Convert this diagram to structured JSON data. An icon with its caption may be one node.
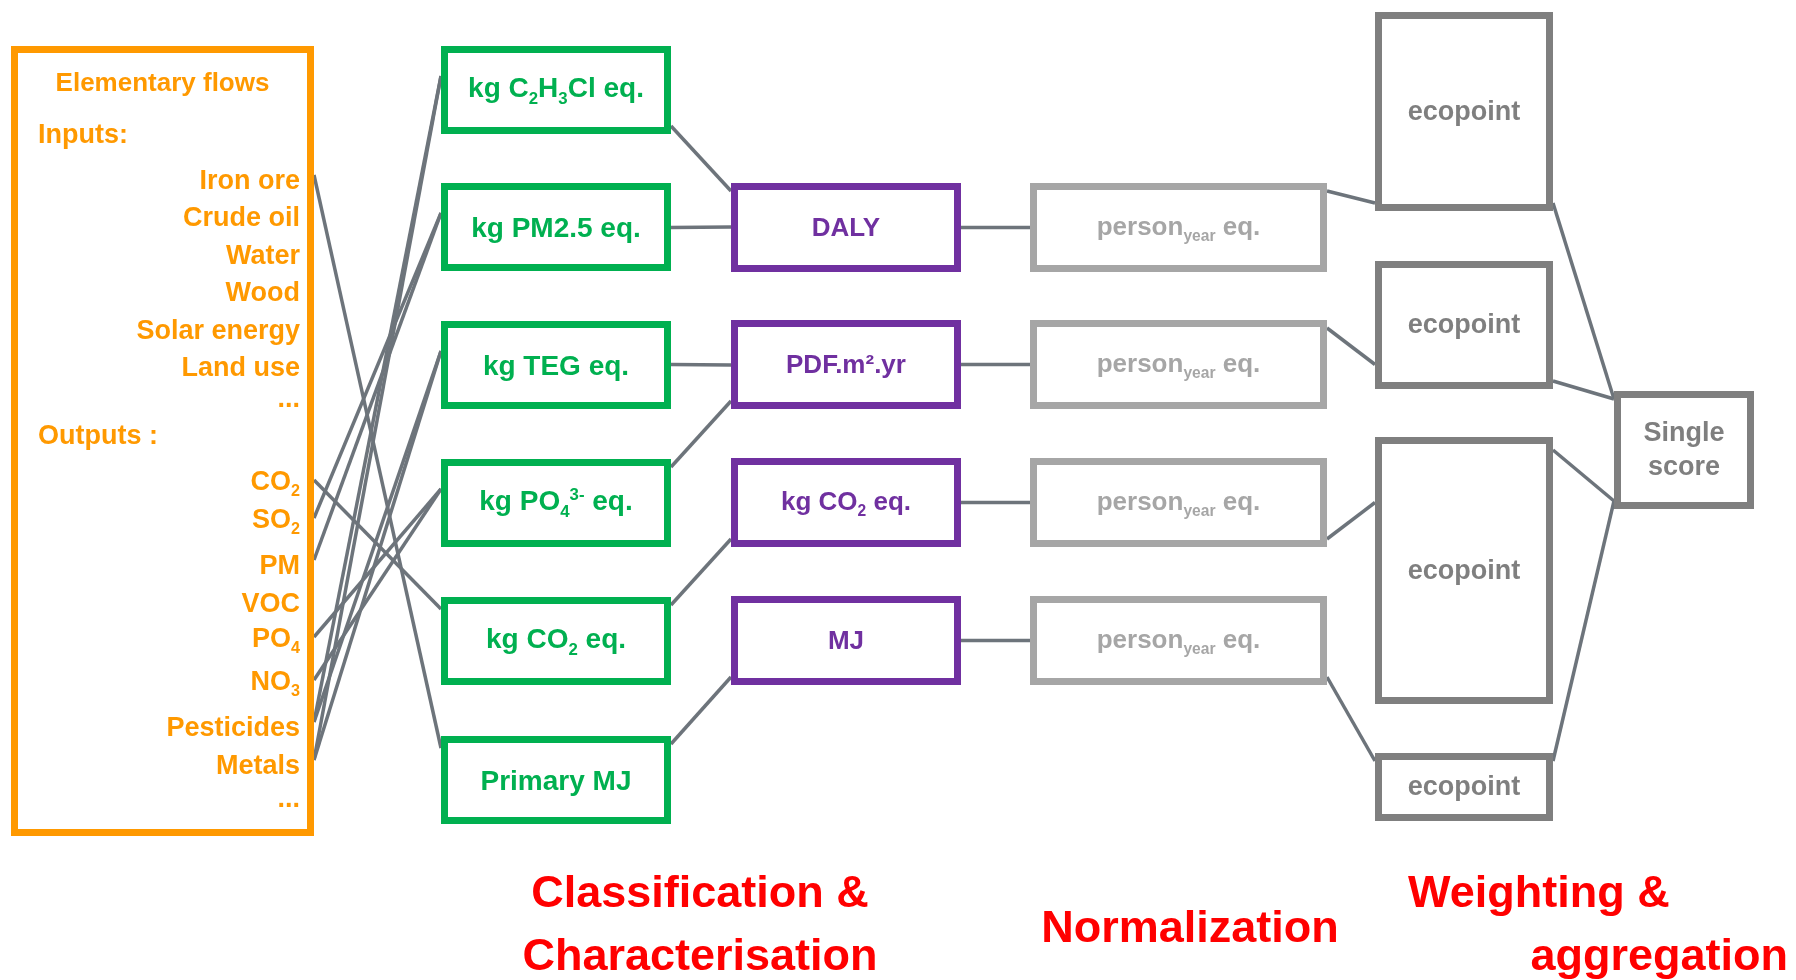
{
  "diagram": {
    "nodes": [
      {
        "text": [
          "Elementary flows"
        ]
      },
      {
        "text": [
          "Iron ore"
        ],
        "in": 0
      },
      {
        "text": [
          "Crude oil"
        ],
        "in": 0
      },
      {
        "text": [
          "Water"
        ],
        "in": 0
      },
      {
        "text": [
          "Wood"
        ],
        "in": 0
      },
      {
        "text": [
          "Solar energy"
        ],
        "in": 0
      },
      {
        "text": [
          "Land use"
        ],
        "in": 0
      },
      {
        "text": [
          "CO$_{2}$"
        ],
        "in": 0
      },
      {
        "text": [
          "SO$_{2}$"
        ],
        "in": 0
      },
      {
        "text": [
          "PM"
        ],
        "in": 0
      },
      {
        "text": [
          "VOC"
        ],
        "in": 0
      },
      {
        "text": [
          "PO$_{4}$"
        ],
        "in": 0
      },
      {
        "text": [
          "NO$_{3}$"
        ],
        "in": 0
      },
      {
        "text": [
          "Pesticides"
        ],
        "in": 0
      },
      {
        "text": [
          "Metals"
        ],
        "in": 0
      },
      {
        "text": [
          "kg C$_{2}$H$_{3}$Cl eq."
        ]
      },
      {
        "text": [
          "kg PM2.5 eq."
        ]
      },
      {
        "text": [
          "kg TEG eq."
        ]
      },
      {
        "text": [
          "kg PO$_{4}$$^{3-}$ eq."
        ]
      },
      {
        "text": [
          "kg CO$_{2}$ eq."
        ]
      },
      {
        "text": [
          "Primary MJ"
        ]
      },
      {
        "text": [
          "DALY"
        ]
      },
      {
        "text": [
          "PDF.m².yr"
        ]
      },
      {
        "text": [
          "kg CO$_{2}$ eq."
        ]
      },
      {
        "text": [
          "MJ"
        ]
      },
      {
        "text": [
          "person$_{year}$ eq."
        ]
      },
      {
        "text": [
          "person$_{year}$ eq."
        ]
      },
      {
        "text": [
          "person$_{year}$ eq."
        ]
      },
      {
        "text": [
          "person$_{year}$ eq."
        ]
      },
      {
        "text": [
          "ecopoint"
        ]
      },
      {
        "text": [
          "ecopoint"
        ]
      },
      {
        "text": [
          "ecopoint"
        ]
      },
      {
        "text": [
          "ecopoint"
        ]
      },
      {
        "text": [
          "Single score"
        ]
      }
    ],
    "edges": [
      {
        "from": 1,
        "to": 20,
        "arrow": "none"
      },
      {
        "from": 7,
        "to": 19,
        "arrow": "none"
      },
      {
        "from": 8,
        "to": 16,
        "arrow": "none"
      },
      {
        "from": 9,
        "to": 16,
        "arrow": "none"
      },
      {
        "from": 11,
        "to": 18,
        "arrow": "none"
      },
      {
        "from": 12,
        "to": 18,
        "arrow": "none"
      },
      {
        "from": 13,
        "to": 15,
        "arrow": "none"
      },
      {
        "from": 13,
        "to": 17,
        "arrow": "none"
      },
      {
        "from": 14,
        "to": 15,
        "arrow": "none"
      },
      {
        "from": 14,
        "to": 17,
        "arrow": "none"
      },
      {
        "from": 15,
        "to": 21,
        "arrow": "none"
      },
      {
        "from": 16,
        "to": 21,
        "arrow": "none"
      },
      {
        "from": 17,
        "to": 22,
        "arrow": "none"
      },
      {
        "from": 18,
        "to": 22,
        "arrow": "none"
      },
      {
        "from": 19,
        "to": 23,
        "arrow": "none"
      },
      {
        "from": 20,
        "to": 24,
        "arrow": "none"
      },
      {
        "from": 21,
        "to": 25,
        "arrow": "none"
      },
      {
        "from": 22,
        "to": 26,
        "arrow": "none"
      },
      {
        "from": 23,
        "to": 27,
        "arrow": "none"
      },
      {
        "from": 24,
        "to": 28,
        "arrow": "none"
      },
      {
        "from": 25,
        "to": 29,
        "arrow": "none"
      },
      {
        "from": 26,
        "to": 30,
        "arrow": "none"
      },
      {
        "from": 27,
        "to": 31,
        "arrow": "none"
      },
      {
        "from": 28,
        "to": 32,
        "arrow": "none"
      },
      {
        "from": 29,
        "to": 33,
        "arrow": "none"
      },
      {
        "from": 30,
        "to": 33,
        "arrow": "none"
      },
      {
        "from": 31,
        "to": 33,
        "arrow": "none"
      },
      {
        "from": 32,
        "to": 33,
        "arrow": "none"
      }
    ],
    "labels": [
      "Inputs:",
      "...",
      "Outputs :",
      "...",
      "Classification & Characterisation",
      "Normalization",
      "Weighting & aggregation"
    ]
  }
}
